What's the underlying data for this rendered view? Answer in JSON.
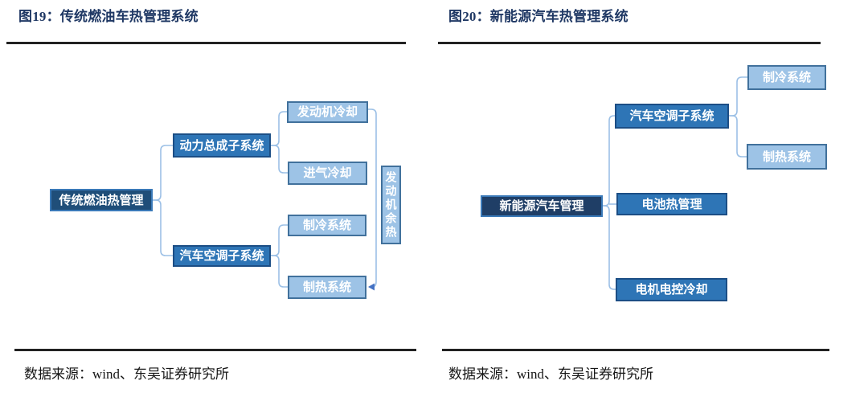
{
  "colors": {
    "title_color": "#1F3864",
    "rule_color": "#222222",
    "root_fill": "#1F4E79",
    "root_fill_right": "#1F3E66",
    "root_border": "#3A79B8",
    "mid_fill": "#2E75B6",
    "mid_border": "#1C4E85",
    "leaf_fill": "#9DC3E6",
    "leaf_border": "#41719C",
    "connector": "#9CC0E6",
    "arrow": "#4472C4",
    "node_text": "#FFFFFF",
    "source_color": "#161616"
  },
  "figure_left": {
    "title": "图19：传统燃油车热管理系统",
    "source": "数据来源：wind、东吴证券研究所",
    "nodes": {
      "root": "传统燃油热管理",
      "powertrain": "动力总成子系统",
      "hvac": "汽车空调子系统",
      "engine_cooling": "发动机冷却",
      "intake_cooling": "进气冷却",
      "cooling": "制冷系统",
      "heating": "制热系统",
      "waste_heat": "发动机余热"
    }
  },
  "figure_right": {
    "title": "图20：新能源汽车热管理系统",
    "source": "数据来源：wind、东吴证券研究所",
    "nodes": {
      "root": "新能源汽车管理",
      "hvac": "汽车空调子系统",
      "battery": "电池热管理",
      "motor": "电机电控冷却",
      "cooling": "制冷系统",
      "heating": "制热系统"
    }
  }
}
